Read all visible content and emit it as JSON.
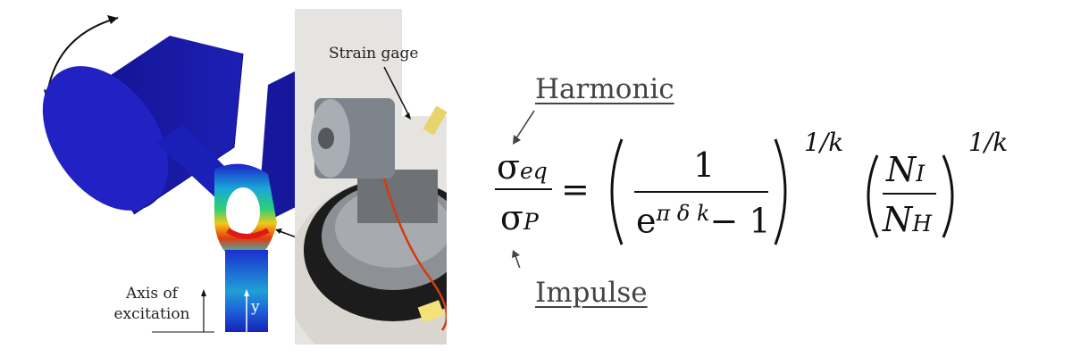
{
  "labels": {
    "axis_of_excitation_line1": "Axis of",
    "axis_of_excitation_line2": "excitation",
    "y_axis": "y",
    "strain_gage": "Strain gage",
    "harmonic": "Harmonic",
    "impulse": "Impulse"
  },
  "equation": {
    "lhs_num_symbol": "σ",
    "lhs_num_sub": "eq",
    "lhs_den_symbol": "σ",
    "lhs_den_sub": "P",
    "equals": "=",
    "frac1_num": "1",
    "frac1_den_base": "e",
    "frac1_den_exp": "π δ k",
    "frac1_den_minus": "− 1",
    "exponent1": "1/k",
    "frac2_num_base": "N",
    "frac2_num_sub": "I",
    "frac2_den_base": "N",
    "frac2_den_sub": "H",
    "exponent2": "1/k"
  },
  "colors": {
    "fea_dark_blue": "#17159a",
    "fea_blue": "#2a2bd0",
    "stress_hot": "#e01a10",
    "photo_metal": "#8f969c",
    "annotation_text": "#444444"
  }
}
